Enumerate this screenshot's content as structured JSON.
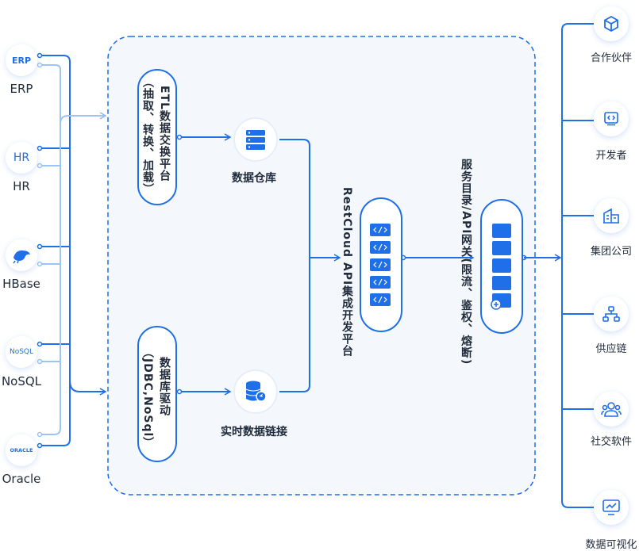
{
  "sources": [
    {
      "label": "ERP",
      "icon_text": "ERP",
      "icon": "erp-logo-icon"
    },
    {
      "label": "HR",
      "icon_text": "HR",
      "icon": "hr-logo-icon"
    },
    {
      "label": "HBase",
      "icon_text": "",
      "icon": "hbase-logo-icon"
    },
    {
      "label": "NoSQL",
      "icon_text": "NoSQL",
      "icon": "nosql-logo-icon"
    },
    {
      "label": "Oracle",
      "icon_text": "ORACLE",
      "icon": "oracle-logo-icon"
    }
  ],
  "etl": {
    "title": "ETL数据交换平台",
    "subtitle": "（抽取、转换、加载）"
  },
  "driver": {
    "title": "数据库驱动",
    "subtitle": "（JDBC,NoSql）"
  },
  "warehouse": {
    "label": "数据仓库",
    "icon": "server-icon"
  },
  "realtime": {
    "label": "实时数据链接",
    "icon": "database-icon"
  },
  "restcloud": {
    "label": "RestCloud API集成开发平台",
    "icon": "api-code-icon"
  },
  "gateway": {
    "label": "服务目录/API网关(限流、鉴权、熔断)",
    "icon": "service-catalog-icon"
  },
  "destinations": [
    {
      "label": "合作伙伴",
      "icon": "cube-icon"
    },
    {
      "label": "开发者",
      "icon": "developer-code-icon"
    },
    {
      "label": "集团公司",
      "icon": "building-icon"
    },
    {
      "label": "供应链",
      "icon": "supply-chain-icon"
    },
    {
      "label": "社交软件",
      "icon": "users-icon"
    },
    {
      "label": "数据可视化",
      "icon": "monitor-chart-icon"
    }
  ],
  "colors": {
    "accent": "#1e6fe8",
    "light_line": "#9cc4f5",
    "panel_bg": "#f4f8fd"
  }
}
